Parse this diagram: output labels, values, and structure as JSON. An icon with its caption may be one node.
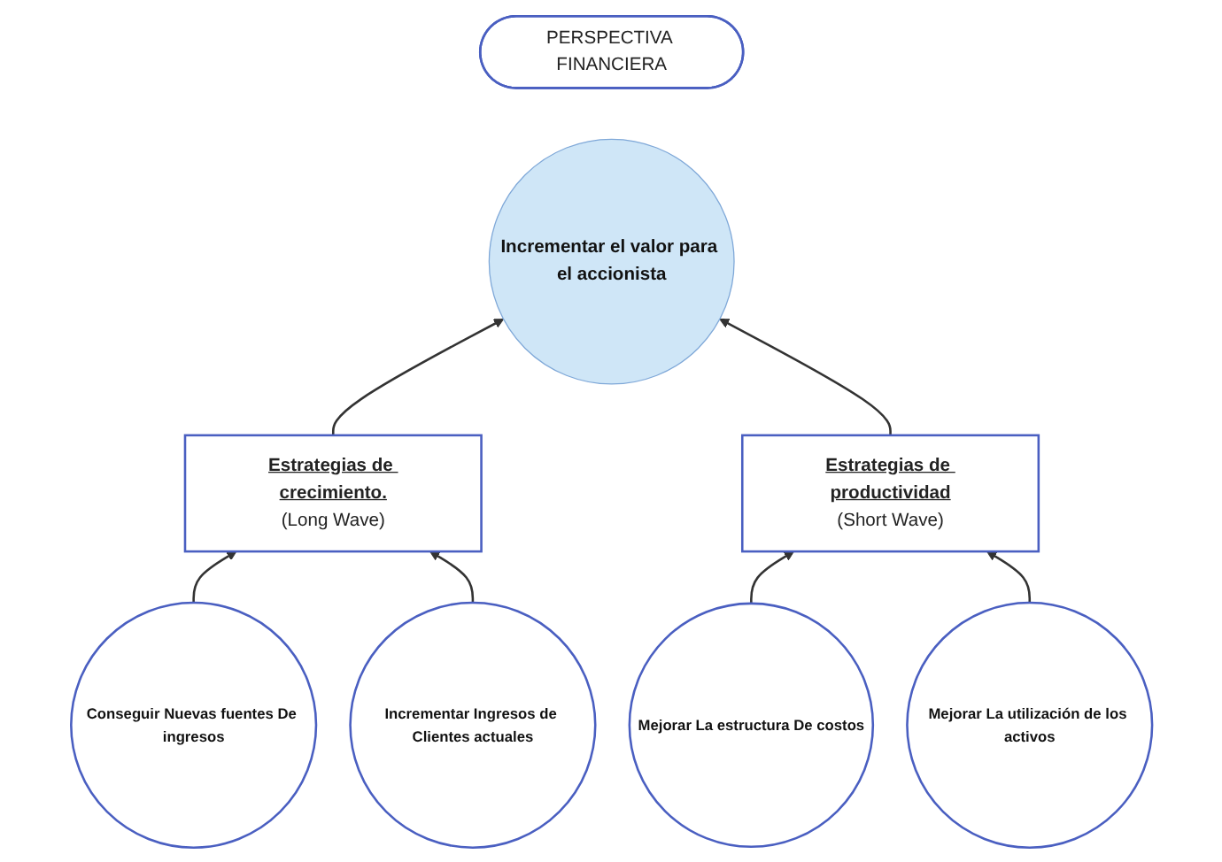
{
  "diagram": {
    "nodes": [
      {
        "text": [
          "PERSPECTIVA FINANCIERA"
        ]
      },
      {
        "text": [
          "Incrementar el valor para el accionista"
        ]
      },
      {
        "text": [
          "Estrategias de crecimiento.",
          "(Long Wave)"
        ]
      },
      {
        "text": [
          "Estrategias de productividad",
          "(Short Wave)"
        ]
      },
      {
        "text": [
          "Conseguir Nuevas fuentes De ingresos"
        ]
      },
      {
        "text": [
          "Incrementar Ingresos de Clientes actuales"
        ]
      },
      {
        "text": [
          "Mejorar La estructura De costos"
        ]
      },
      {
        "text": [
          "Mejorar La utilización de los activos"
        ]
      }
    ],
    "edges": [
      {
        "from": 2,
        "to": 1,
        "arrow": "to"
      },
      {
        "from": 3,
        "to": 1,
        "arrow": "to"
      },
      {
        "from": 4,
        "to": 2,
        "arrow": "to"
      },
      {
        "from": 5,
        "to": 2,
        "arrow": "to"
      },
      {
        "from": 6,
        "to": 3,
        "arrow": "to"
      },
      {
        "from": 7,
        "to": 3,
        "arrow": "to"
      }
    ]
  }
}
